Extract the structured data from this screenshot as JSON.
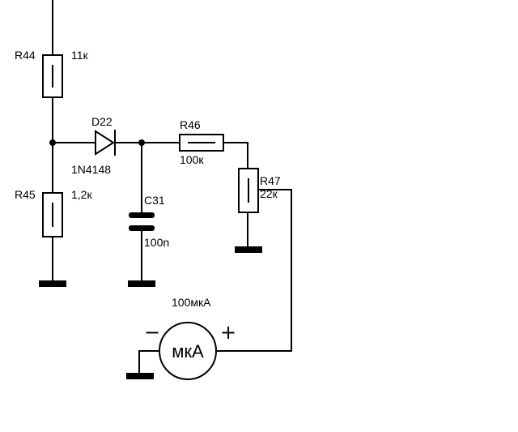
{
  "components": {
    "r44": {
      "ref": "R44",
      "value": "11к"
    },
    "r45": {
      "ref": "R45",
      "value": "1,2к"
    },
    "d22": {
      "ref": "D22",
      "value": "1N4148"
    },
    "c31": {
      "ref": "C31",
      "value": "100n"
    },
    "r46": {
      "ref": "R46",
      "value": "100к"
    },
    "r47": {
      "ref": "R47",
      "value": "22к"
    },
    "meter": {
      "rating": "100мкА",
      "symbol": "мкА",
      "minus": "−",
      "plus": "+"
    }
  }
}
